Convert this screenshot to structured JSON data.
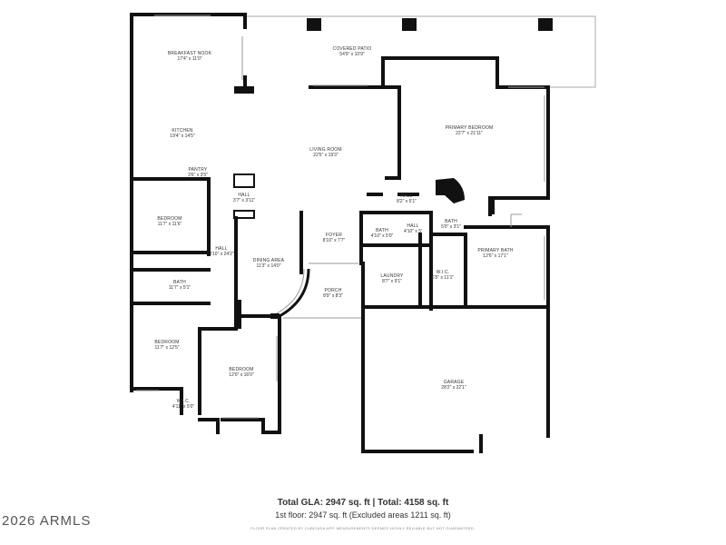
{
  "rooms": [
    {
      "name": "BREAKFAST NOOK",
      "dim": "17'4\" x 11'0\""
    },
    {
      "name": "COVERED PATIO",
      "dim": "54'9\" x 10'9\""
    },
    {
      "name": "KITCHEN",
      "dim": "19'4\" x 14'5\""
    },
    {
      "name": "LIVING ROOM",
      "dim": "22'5\" x 19'3\""
    },
    {
      "name": "PRIMARY BEDROOM",
      "dim": "22'7\" x 21'11\""
    },
    {
      "name": "PANTRY",
      "dim": "3'6\" x 3'5\""
    },
    {
      "name": "HALL",
      "dim": "3'7\" x 3'11\""
    },
    {
      "name": "HALL",
      "dim": "8'2\" x 5'1\""
    },
    {
      "name": "BEDROOM",
      "dim": "11'7\" x 11'6\""
    },
    {
      "name": "HALL",
      "dim": "4'10\" x 5'"
    },
    {
      "name": "BATH",
      "dim": "4'10\" x 5'0\""
    },
    {
      "name": "BATH",
      "dim": "5'0\" x 3'1\""
    },
    {
      "name": "FOYER",
      "dim": "8'10\" x 7'7\""
    },
    {
      "name": "HALL",
      "dim": "3'10\" x 24'2\""
    },
    {
      "name": "DINING AREA",
      "dim": "11'3\" x 14'0\""
    },
    {
      "name": "PRIMARY BATH",
      "dim": "12'6\" x 17'1\""
    },
    {
      "name": "LAUNDRY",
      "dim": "8'7\" x 9'1\""
    },
    {
      "name": "W.I.C.",
      "dim": "6'5\" x 11'1\""
    },
    {
      "name": "BATH",
      "dim": "11'7\" x 5'1\""
    },
    {
      "name": "PORCH",
      "dim": "8'9\" x 8'3\""
    },
    {
      "name": "BEDROOM",
      "dim": "11'7\" x 12'5\""
    },
    {
      "name": "BEDROOM",
      "dim": "12'0\" x 16'0\""
    },
    {
      "name": "GARAGE",
      "dim": "28'2\" x 22'1\""
    },
    {
      "name": "W.I.C.",
      "dim": "4'11\" x 5'0\""
    }
  ],
  "summary": {
    "line1": "Total GLA: 2947 sq. ft | Total: 4158 sq. ft",
    "line2": "1st floor: 2947 sq. ft (Excluded areas 1211 sq. ft)",
    "disclaimer": "FLOOR PLAN CREATED BY CUBICASA APP. MEASUREMENTS DEEMED HIGHLY RELIABLE BUT NOT GUARANTEED."
  },
  "copyright": "2026 ARMLS",
  "colors": {
    "wall": "#111111",
    "window": "#cccccc",
    "patio": "#aaaaaa"
  }
}
